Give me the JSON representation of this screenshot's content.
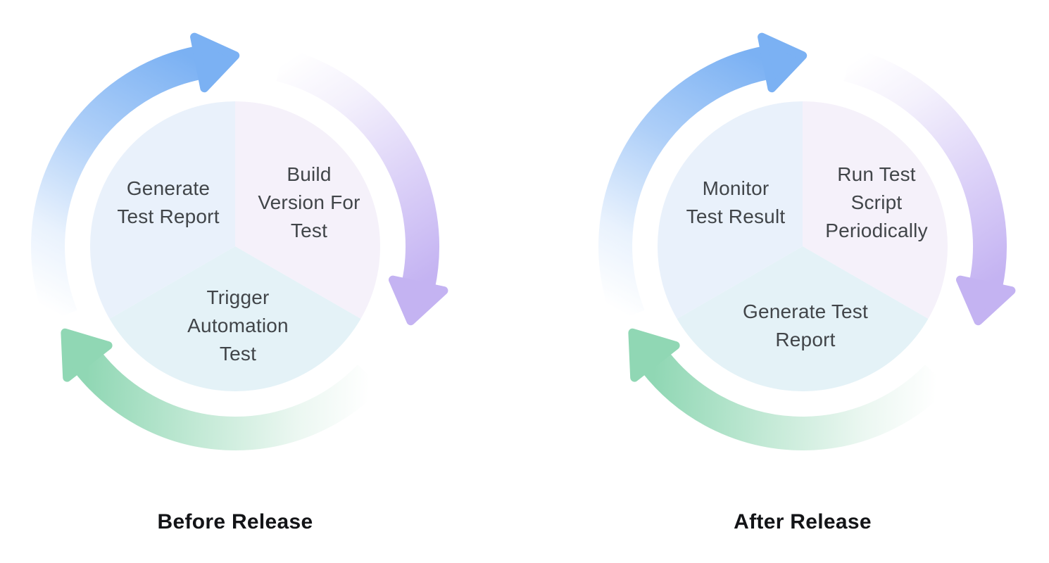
{
  "colors": {
    "background": "#ffffff",
    "arrow_blue": "#7BB1F3",
    "arrow_purple": "#C4B3F2",
    "arrow_green": "#90D7B4",
    "segment_left_fill": "#E9F1FB",
    "segment_right_fill": "#F5F1FA",
    "segment_bottom_fill": "#E4F2F7",
    "segment_label_text": "#414549",
    "title_text": "#131417"
  },
  "diagrams": [
    {
      "title": "Before Release",
      "segments": {
        "left": "Generate\nTest Report",
        "right": "Build\nVersion For\nTest",
        "bottom": "Trigger\nAutomation\nTest"
      }
    },
    {
      "title": "After Release",
      "segments": {
        "left": "Monitor\nTest Result",
        "right": "Run Test\nScript\nPeriodically",
        "bottom": "Generate Test\nReport"
      }
    }
  ]
}
